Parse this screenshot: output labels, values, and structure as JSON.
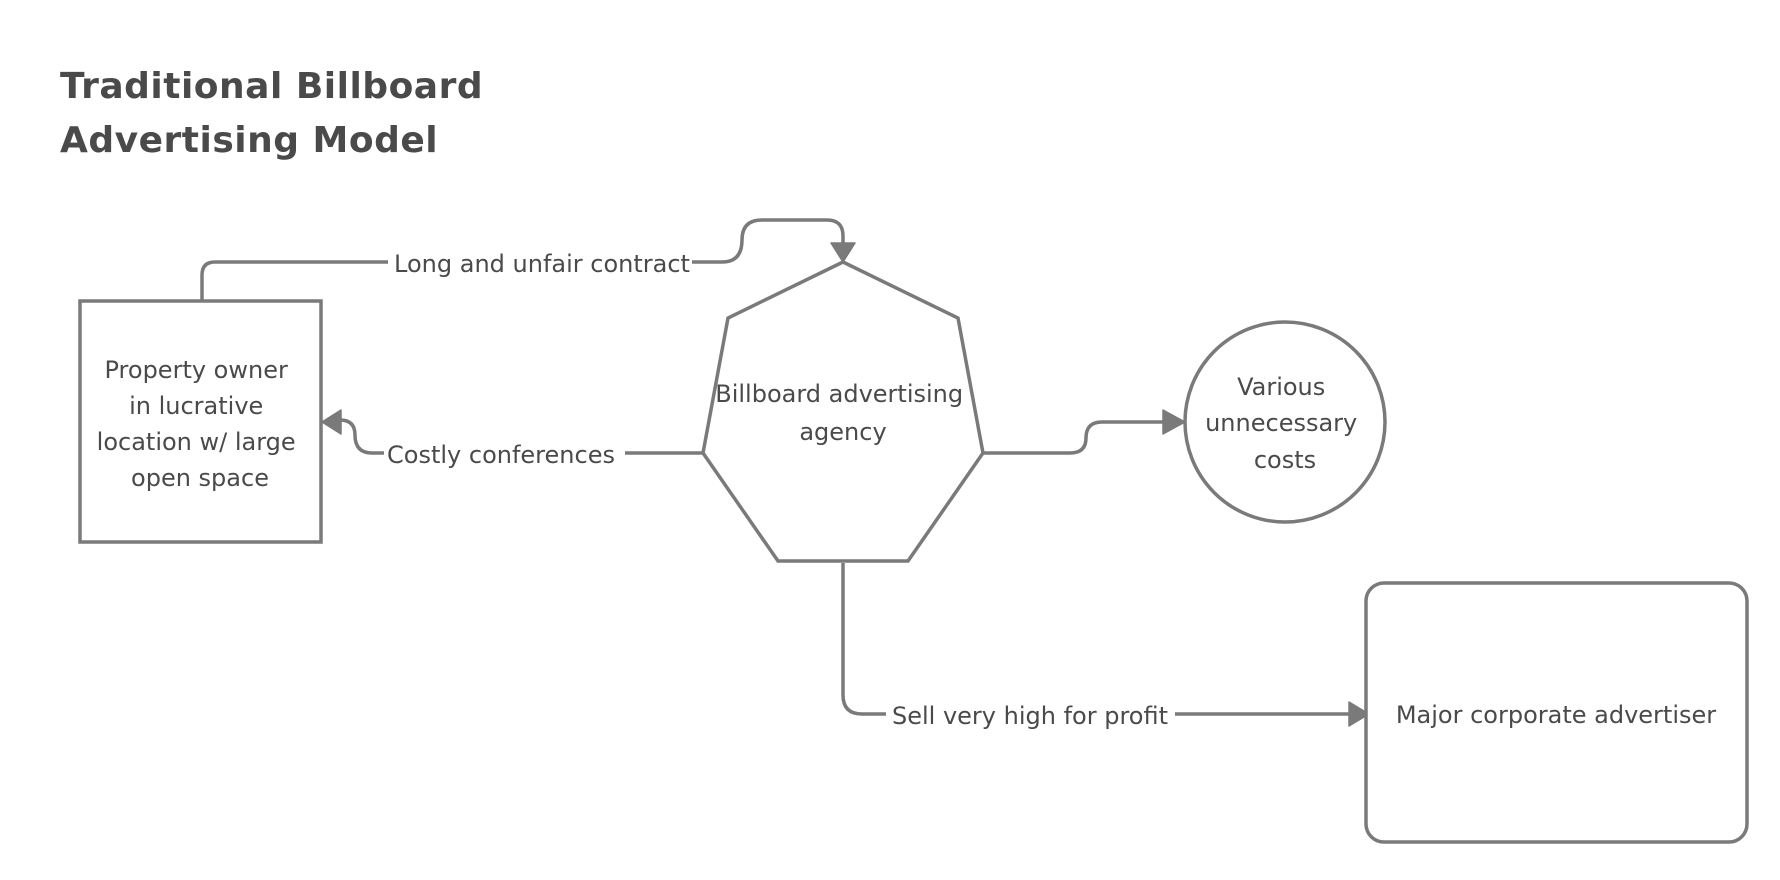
{
  "title": {
    "line1": "Traditional Billboard",
    "line2": "Advertising Model"
  },
  "nodes": {
    "property_owner": {
      "lines": [
        "Property owner",
        "in lucrative",
        "location w/ large",
        "open space"
      ]
    },
    "agency": {
      "lines": [
        "Billboard advertising",
        "agency"
      ]
    },
    "costs": {
      "lines": [
        "Various",
        "unnecessary",
        "costs"
      ]
    },
    "advertiser": {
      "lines": [
        "Major corporate advertiser"
      ]
    }
  },
  "edges": {
    "contract": {
      "label": "Long and unfair contract"
    },
    "conferences": {
      "label": "Costly conferences"
    },
    "sell": {
      "label": "Sell very high for profit"
    },
    "to_costs": {
      "label": ""
    }
  },
  "colors": {
    "stroke": "#7a7a7a",
    "text": "#4a4a4a",
    "background": "#ffffff"
  }
}
